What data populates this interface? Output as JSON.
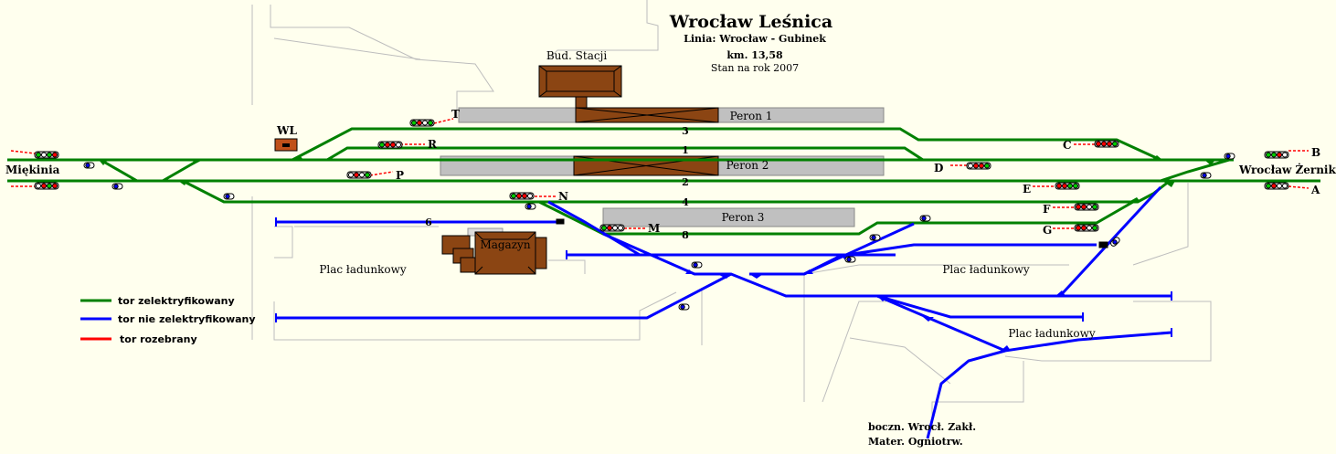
{
  "header": {
    "title": "Wrocław Leśnica",
    "line": "Linia: Wrocław - Gubinek",
    "km": "km. 13,58",
    "status": "Stan na rok 2007"
  },
  "buildings": {
    "station": "Bud. Stacji",
    "wl": "WL",
    "warehouse": "Magazyn"
  },
  "platforms": {
    "p1": "Peron 1",
    "p2": "Peron 2",
    "p3": "Peron 3"
  },
  "tracks": {
    "t3": "3",
    "t1": "1",
    "t2": "2",
    "t4": "4",
    "t6": "6",
    "t8": "8"
  },
  "signals": {
    "T": "T",
    "R": "R",
    "P": "P",
    "N": "N",
    "M": "M",
    "C": "C",
    "D": "D",
    "E": "E",
    "F": "F",
    "G": "G",
    "B": "B",
    "A": "A"
  },
  "directions": {
    "west": "Miękinia",
    "east": "Wrocław Żerniki"
  },
  "yards": {
    "y1": "Plac ładunkowy",
    "y2": "Plac ładunkowy",
    "y3": "Plac ładunkowy"
  },
  "siding": {
    "line1": "boczn. Wrocł. Zakł.",
    "line2": "Mater. Ogniotrw."
  },
  "legend": {
    "electrified": "tor zelektryfikowany",
    "nonelectrified": "tor nie zelektryfikowany",
    "removed": "tor rozebrany"
  },
  "colors": {
    "background": "#FFFFEE",
    "electrified": "#008000",
    "nonelectrified": "#0000FF",
    "removed": "#FF0000",
    "platform": "#C0C0C0",
    "building": "#8B4513",
    "road": "#C0C0C0"
  }
}
